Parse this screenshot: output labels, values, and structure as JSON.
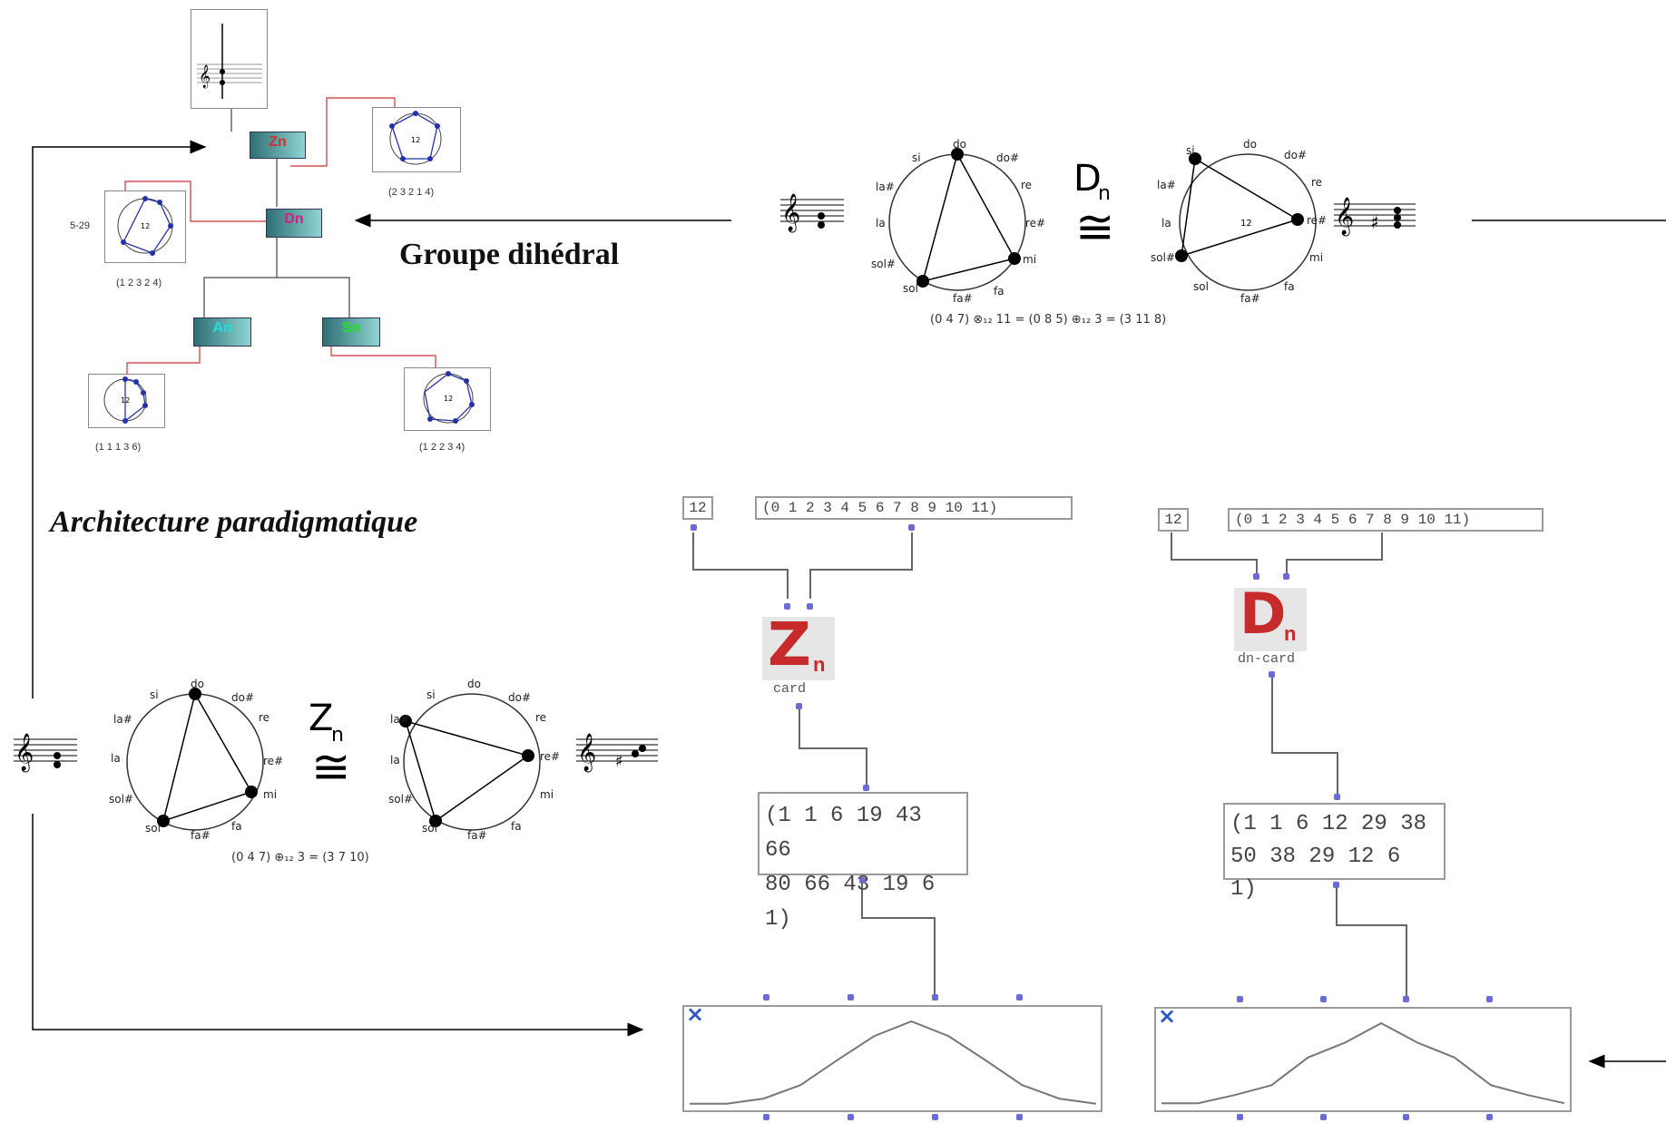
{
  "labels": {
    "groupe_dihedral": "Groupe dihédral",
    "architecture": "Architecture paradigmatique"
  },
  "tree": {
    "zn_icon": "Zn",
    "dn_icon": "Dn",
    "an_icon": "An",
    "sn_icon": "Sn",
    "circle_center": "12",
    "circle_top_right_caption": "(2 3 2 1 4)",
    "circle_left_tag": "5-29",
    "circle_left_caption": "(1 2 3 2 4)",
    "circle_bl_caption": "(1 1 1 3 6)",
    "circle_br_caption": "(1 2 2 3 4)"
  },
  "note_names": [
    "do",
    "do#",
    "re",
    "re#",
    "mi",
    "fa",
    "fa#",
    "sol",
    "sol#",
    "la",
    "la#",
    "si"
  ],
  "dihedral": {
    "symbol_letter": "D",
    "symbol_sub": "n",
    "circle_center": "12",
    "equation": "(0 4 7)  ⊗₁₂ 11  =  (0 8 5)  ⊕₁₂ 3 =  (3 11 8)"
  },
  "cyclic": {
    "symbol_letter": "Z",
    "symbol_sub": "n",
    "equation": "(0 4 7) ⊕₁₂ 3    =    (3 7 10)"
  },
  "patch_left": {
    "num_value": "12",
    "list_value": "(0 1 2 3 4 5 6 7 8 9 10 11)",
    "icon_main": "Z",
    "icon_sub": "n",
    "icon_caption": "card",
    "result_line1": "(1 1 6 19 43 66",
    "result_line2": "80 66 43 19 6 1)",
    "bpf_values": [
      1,
      1,
      6,
      19,
      43,
      66,
      80,
      66,
      43,
      19,
      6,
      1
    ]
  },
  "patch_right": {
    "num_value": "12",
    "list_value": "(0 1 2 3 4 5 6 7 8 9 10 11)",
    "icon_main": "D",
    "icon_sub": "n",
    "icon_caption": "dn-card",
    "result_line1": "(1 1 6 12 29 38",
    "result_line2": "50 38 29 12 6 1)",
    "bpf_values": [
      1,
      1,
      6,
      12,
      29,
      38,
      50,
      38,
      29,
      12,
      6,
      1
    ]
  },
  "bpf_close_glyph": "×",
  "colors": {
    "inlet": "#6a6ad8",
    "connection": "#666666",
    "red_link": "#d03030",
    "icon_red": "#c62a2a"
  }
}
